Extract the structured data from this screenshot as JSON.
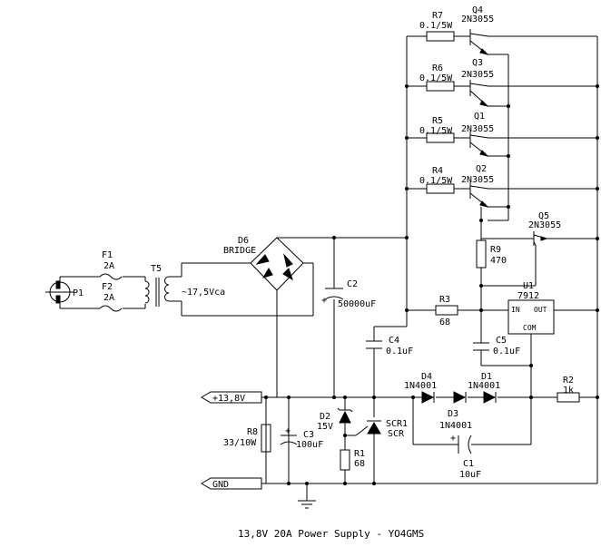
{
  "title": "13,8V 20A Power Supply - YO4GMS",
  "components": {
    "P1": {
      "ref": "P1"
    },
    "F1": {
      "ref": "F1",
      "value": "2A"
    },
    "F2": {
      "ref": "F2",
      "value": "2A"
    },
    "T5": {
      "ref": "T5",
      "value": "~17,5Vca"
    },
    "D6": {
      "ref": "D6",
      "value": "BRIDGE"
    },
    "C2": {
      "ref": "C2",
      "value": "50000uF"
    },
    "C3": {
      "ref": "C3",
      "value": "100uF"
    },
    "C4": {
      "ref": "C4",
      "value": "0.1uF"
    },
    "C5": {
      "ref": "C5",
      "value": "0.1uF"
    },
    "C1": {
      "ref": "C1",
      "value": "10uF"
    },
    "R1": {
      "ref": "R1",
      "value": "68"
    },
    "R2": {
      "ref": "R2",
      "value": "1k"
    },
    "R3": {
      "ref": "R3",
      "value": "68"
    },
    "R4": {
      "ref": "R4",
      "value": "0.1/5W"
    },
    "R5": {
      "ref": "R5",
      "value": "0.1/5W"
    },
    "R6": {
      "ref": "R6",
      "value": "0.1/5W"
    },
    "R7": {
      "ref": "R7",
      "value": "0.1/5W"
    },
    "R8": {
      "ref": "R8",
      "value": "33/10W"
    },
    "R9": {
      "ref": "R9",
      "value": "470"
    },
    "Q1": {
      "ref": "Q1",
      "value": "2N3055"
    },
    "Q2": {
      "ref": "Q2",
      "value": "2N3055"
    },
    "Q3": {
      "ref": "Q3",
      "value": "2N3055"
    },
    "Q4": {
      "ref": "Q4",
      "value": "2N3055"
    },
    "Q5": {
      "ref": "Q5",
      "value": "2N3055"
    },
    "D1": {
      "ref": "D1",
      "value": "1N4001"
    },
    "D3": {
      "ref": "D3",
      "value": "1N4001"
    },
    "D4": {
      "ref": "D4",
      "value": "1N4001"
    },
    "D2": {
      "ref": "D2",
      "value": "15V"
    },
    "SCR1": {
      "ref": "SCR1",
      "value": "SCR"
    },
    "U1": {
      "ref": "U1",
      "value": "7912",
      "pin_in": "IN",
      "pin_out": "OUT",
      "pin_com": "COM"
    }
  },
  "ports": {
    "out": "+13,8V",
    "gnd": "GND"
  }
}
